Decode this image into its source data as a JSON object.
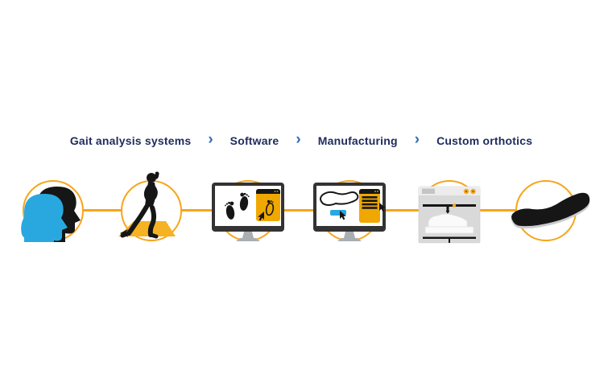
{
  "colors": {
    "navy": "#1E2B5C",
    "blue": "#2E6DB4",
    "orange": "#F7A51B",
    "amber": "#F0A800",
    "mat": "#F5B324",
    "cyan": "#29A8E0",
    "ink": "#161616",
    "bezel": "#333333",
    "stand": "#A9AEB3",
    "machine-body": "#D9D9D9",
    "machine-top": "#ECECEC",
    "shadow": "#C9CCCE",
    "button-dot": "#8C6508"
  },
  "breadcrumb": {
    "chevron": "›",
    "items": [
      {
        "label": "Gait analysis systems"
      },
      {
        "label": "Software"
      },
      {
        "label": "Manufacturing"
      },
      {
        "label": "Custom orthotics"
      }
    ]
  },
  "process": {
    "stations": [
      {
        "icon": "two-heads-icon"
      },
      {
        "icon": "person-walking-on-mat-icon"
      },
      {
        "icon": "monitor-footprint-scan-icon"
      },
      {
        "icon": "monitor-insole-design-icon"
      },
      {
        "icon": "milling-machine-icon"
      },
      {
        "icon": "orthotic-insole-icon"
      }
    ]
  }
}
